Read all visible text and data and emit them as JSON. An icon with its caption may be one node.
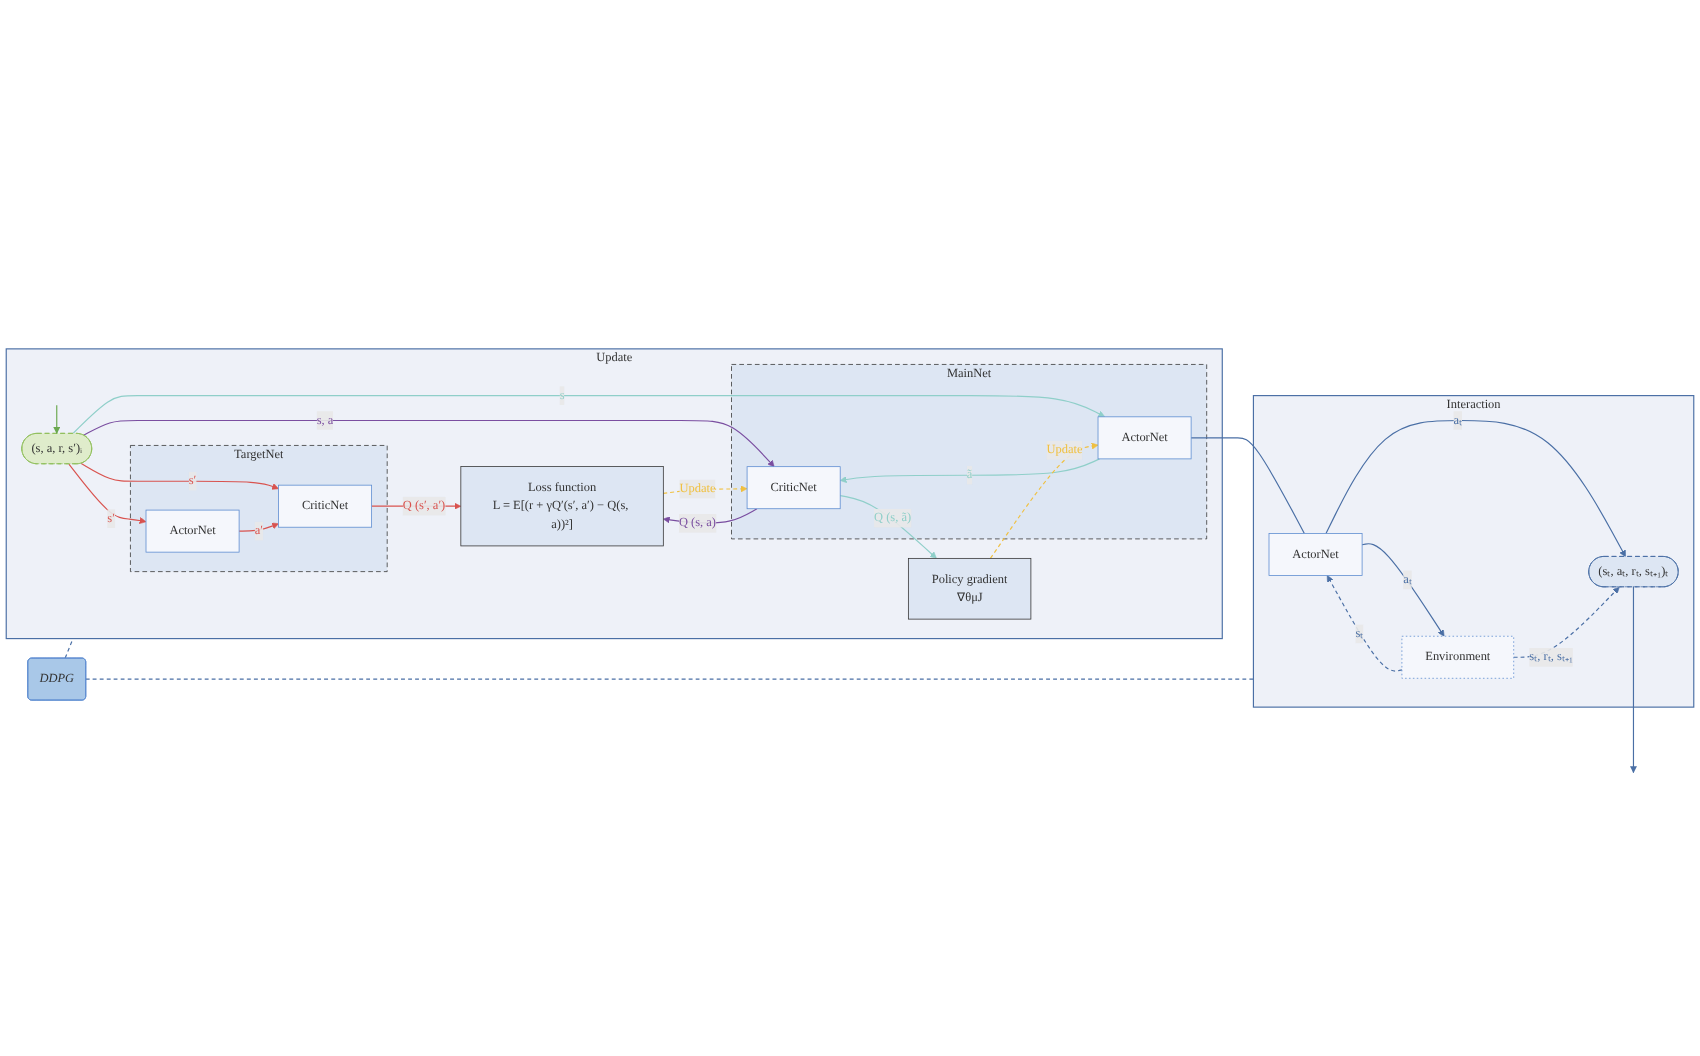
{
  "diagram": {
    "nodes": [
      {
        "text": [
          "DDPG"
        ]
      },
      {
        "text": [
          "Update"
        ]
      },
      {
        "text": [
          "(s, a, r, s′)ᵢ"
        ],
        "in": 1
      },
      {
        "text": [
          "MainNet"
        ],
        "in": 1
      },
      {
        "text": [
          "ActorNet"
        ],
        "in": 3
      },
      {
        "text": [
          "CriticNet"
        ],
        "in": 3
      },
      {
        "text": [
          "TargetNet"
        ],
        "in": 1
      },
      {
        "text": [
          "ActorNet"
        ],
        "in": 6
      },
      {
        "text": [
          "CriticNet"
        ],
        "in": 6
      },
      {
        "text": [
          "Policy gradient",
          "∇θμJ"
        ],
        "in": 1
      },
      {
        "text": [
          "Loss function",
          "L = E[(r + γQ′(s′, a′) − Q(s, a))²]"
        ],
        "in": 1
      },
      {
        "text": [
          "Interaction"
        ]
      },
      {
        "text": [
          "ActorNet"
        ],
        "in": 11
      },
      {
        "text": [
          "Environment"
        ],
        "in": 11
      },
      {
        "text": [
          "(sₜ, aₜ, rₜ, sₜ₊₁)ₜ"
        ],
        "in": 11
      }
    ],
    "edges": [
      {
        "from": null,
        "to": 2,
        "arrow": "to",
        "color": "#6aa84f"
      },
      {
        "from": 2,
        "to": 4,
        "label": "s",
        "arrow": "to",
        "color": "#8fcfc9"
      },
      {
        "from": 2,
        "to": 5,
        "label": "s, a",
        "arrow": "to",
        "color": "#7a4ea0"
      },
      {
        "from": 2,
        "to": 7,
        "label": "s′",
        "arrow": "to",
        "color": "#d9534f"
      },
      {
        "from": 2,
        "to": 8,
        "label": "s′",
        "arrow": "to",
        "color": "#d9534f"
      },
      {
        "from": 4,
        "to": 5,
        "label": "ã",
        "arrow": "to",
        "color": "#8fcfc9"
      },
      {
        "from": 7,
        "to": 8,
        "label": "a′",
        "arrow": "to",
        "color": "#d9534f"
      },
      {
        "from": 5,
        "to": 9,
        "label": "Q (s, ã)",
        "arrow": "to",
        "color": "#8fcfc9"
      },
      {
        "from": 5,
        "to": 10,
        "label": "Q (s, a)",
        "arrow": "to",
        "color": "#7a4ea0"
      },
      {
        "from": 8,
        "to": 10,
        "label": "Q (s′, a′)",
        "arrow": "to",
        "color": "#d9534f"
      },
      {
        "from": 9,
        "to": 4,
        "label": "Update",
        "arrow": "to",
        "style": "dashed",
        "color": "#f0c040"
      },
      {
        "from": 10,
        "to": 5,
        "label": "Update",
        "arrow": "to",
        "style": "dashed",
        "color": "#f0c040"
      },
      {
        "from": 4,
        "to": 12,
        "arrow": "none"
      },
      {
        "from": 13,
        "to": 12,
        "label": "sₜ",
        "arrow": "to",
        "style": "dashed"
      },
      {
        "from": 12,
        "to": 13,
        "label": "aₜ",
        "arrow": "to"
      },
      {
        "from": 12,
        "to": 14,
        "label": "aₜ",
        "arrow": "to"
      },
      {
        "from": 13,
        "to": 14,
        "label": "sₜ, rₜ, sₜ₊₁",
        "arrow": "to",
        "style": "dashed"
      },
      {
        "from": 14,
        "to": null,
        "arrow": "to"
      },
      {
        "from": 0,
        "to": 1,
        "arrow": "none",
        "style": "dashed"
      },
      {
        "from": 0,
        "to": 11,
        "arrow": "none",
        "style": "dashed"
      }
    ]
  }
}
